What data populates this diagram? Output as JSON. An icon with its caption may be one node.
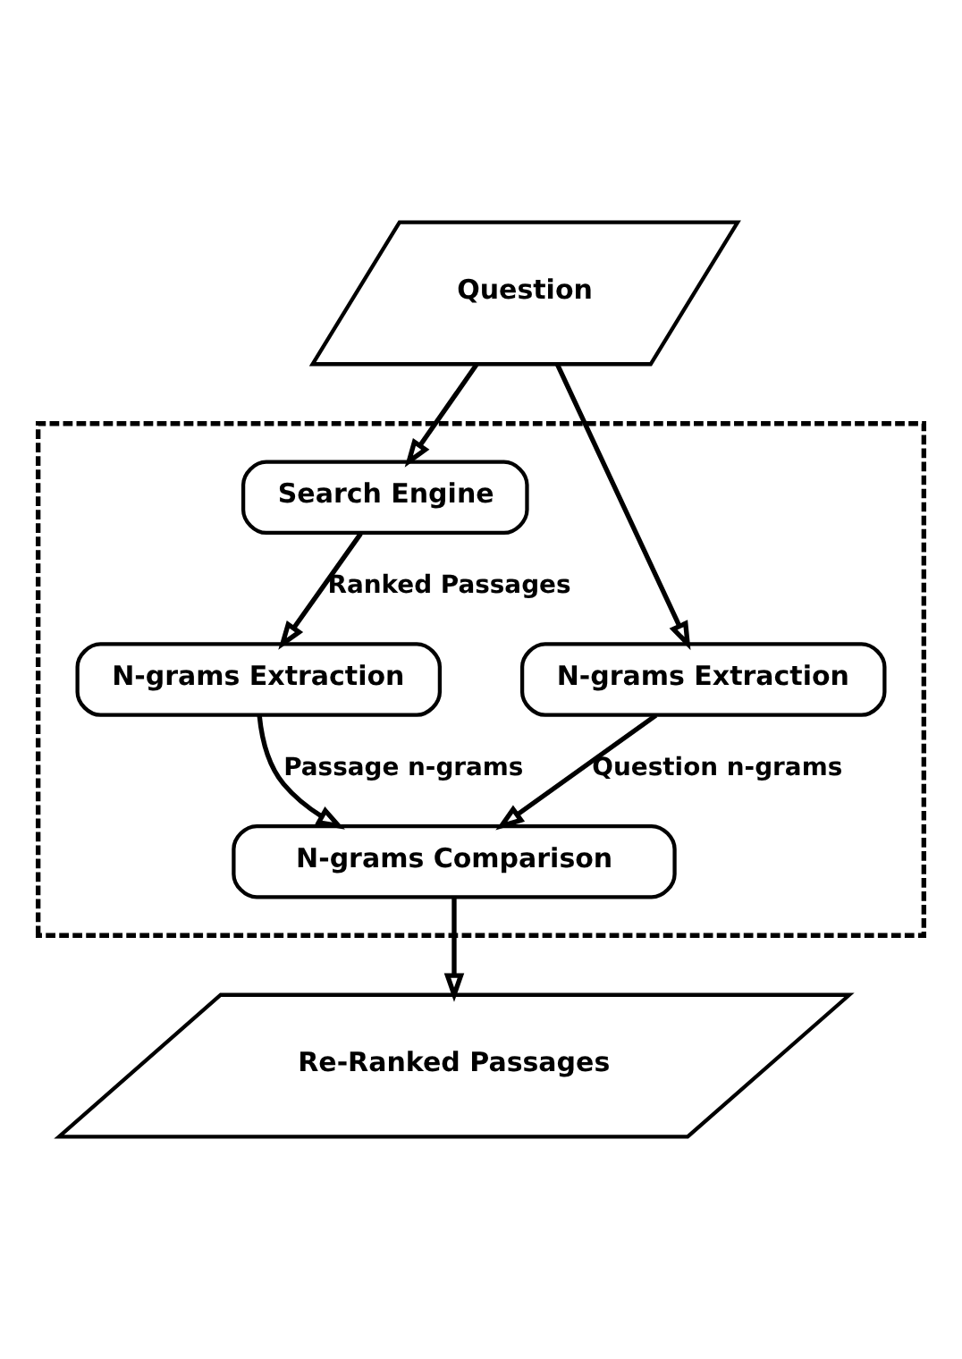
{
  "diagram": {
    "nodes": [
      {
        "text": [
          "Question"
        ]
      },
      {
        "text": [],
        "shape": "box"
      },
      {
        "text": [
          "Search Engine"
        ],
        "in": 1
      },
      {
        "text": [
          "N-grams Extraction"
        ],
        "in": 1
      },
      {
        "text": [
          "N-grams Extraction"
        ],
        "in": 1
      },
      {
        "text": [
          "N-grams Comparison"
        ],
        "in": 1
      },
      {
        "text": [
          "Re-Ranked Passages"
        ]
      }
    ],
    "edges": [
      {
        "from": 0,
        "to": 3,
        "arrow": "to"
      },
      {
        "from": 0,
        "to": 2,
        "arrow": "to"
      },
      {
        "from": 2,
        "to": 4,
        "arrow": "to",
        "label": "Ranked Passages"
      },
      {
        "from": 3,
        "to": 5,
        "arrow": "to",
        "label": "Question n-grams"
      },
      {
        "from": 4,
        "to": 5,
        "arrow": "to",
        "label": "Passage n-grams"
      },
      {
        "from": 5,
        "to": 6,
        "arrow": "to"
      }
    ]
  }
}
